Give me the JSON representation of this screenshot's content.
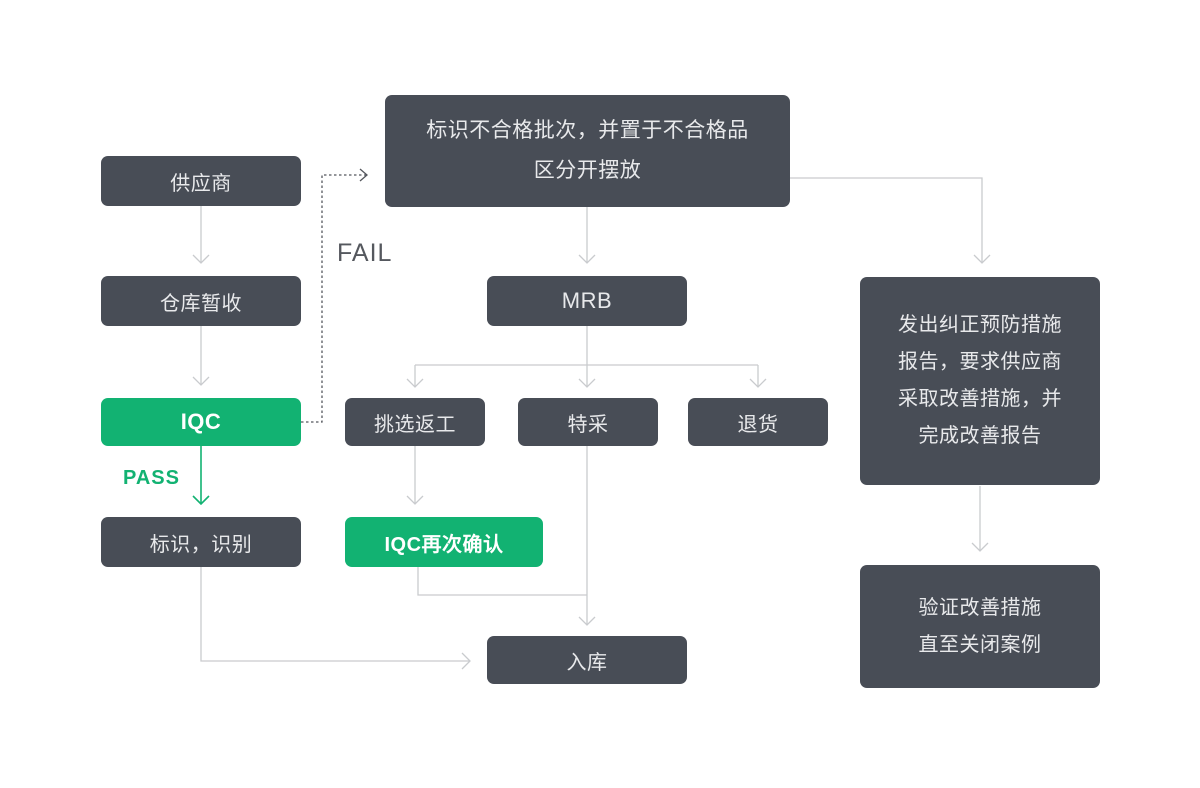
{
  "diagram": {
    "type": "flowchart",
    "language": "zh-CN",
    "colors": {
      "node_dark": "#484D56",
      "node_green": "#12B272",
      "node_text_dark": "#E8E9EB",
      "node_text_green": "#FFFFFF",
      "connector_gray": "#C9CBCE",
      "fail_dashed": "#54575D",
      "background": "#FFFFFF"
    },
    "nodes": {
      "supplier": {
        "label": "供应商"
      },
      "warehouse_receive": {
        "label": "仓库暂收"
      },
      "iqc": {
        "label": "IQC"
      },
      "mark_identify": {
        "label": "标识，识别"
      },
      "reject_area": {
        "lines": [
          "标识不合格批次，并置于不合格品",
          "区分开摆放"
        ]
      },
      "mrb": {
        "label": "MRB"
      },
      "sort_rework": {
        "label": "挑选返工"
      },
      "special_accept": {
        "label": "特采"
      },
      "return_goods": {
        "label": "退货"
      },
      "iqc_reconfirm": {
        "label": "IQC再次确认"
      },
      "warehouse_in": {
        "label": "入库"
      },
      "capa": {
        "lines": [
          "发出纠正预防措施",
          "报告，要求供应商",
          "采取改善措施，并",
          "完成改善报告"
        ]
      },
      "verify_close": {
        "lines": [
          "验证改善措施",
          "直至关闭案例"
        ]
      }
    },
    "edge_labels": {
      "fail": "FAIL",
      "pass": "PASS"
    },
    "edges": [
      {
        "from": "supplier",
        "to": "warehouse_receive",
        "style": "solid-gray-arrow"
      },
      {
        "from": "warehouse_receive",
        "to": "iqc",
        "style": "solid-gray-arrow"
      },
      {
        "from": "iqc",
        "to": "mark_identify",
        "label": "PASS",
        "style": "solid-green-arrow"
      },
      {
        "from": "iqc",
        "to": "reject_area",
        "label": "FAIL",
        "style": "dashed-dark-arrow"
      },
      {
        "from": "mark_identify",
        "to": "warehouse_in",
        "style": "solid-gray-arrow"
      },
      {
        "from": "reject_area",
        "to": "mrb",
        "style": "solid-gray-arrow"
      },
      {
        "from": "reject_area",
        "to": "capa",
        "style": "solid-gray-arrow"
      },
      {
        "from": "mrb",
        "to": "sort_rework",
        "style": "solid-gray-arrow"
      },
      {
        "from": "mrb",
        "to": "special_accept",
        "style": "solid-gray-arrow"
      },
      {
        "from": "mrb",
        "to": "return_goods",
        "style": "solid-gray-arrow"
      },
      {
        "from": "sort_rework",
        "to": "iqc_reconfirm",
        "style": "solid-gray-arrow"
      },
      {
        "from": "special_accept",
        "to": "warehouse_in",
        "style": "solid-gray-arrow"
      },
      {
        "from": "iqc_reconfirm",
        "to": "warehouse_in",
        "style": "solid-gray-line-merge"
      },
      {
        "from": "capa",
        "to": "verify_close",
        "style": "solid-gray-arrow"
      }
    ]
  }
}
